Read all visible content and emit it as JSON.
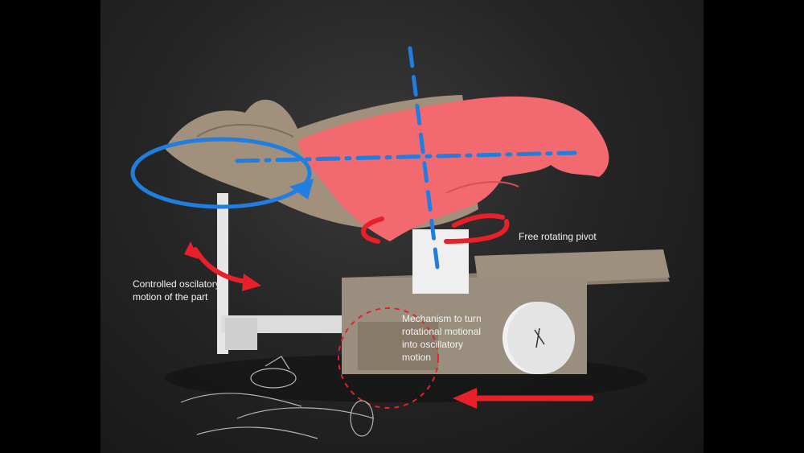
{
  "annotations": {
    "free_pivot": "Free rotating pivot",
    "oscillatory_motion": "Controlled oscilatory\nmotion of the part",
    "mechanism": "Mechanism to turn\nrotational motional\ninto oscillatory\nmotion"
  },
  "colors": {
    "background": "#000000",
    "wing": "#f26a6f",
    "body_cardboard": "#9b8f80",
    "axis_blue": "#1f7ee0",
    "arrow_red": "#e8202a",
    "label_text": "#f2f2f2"
  }
}
